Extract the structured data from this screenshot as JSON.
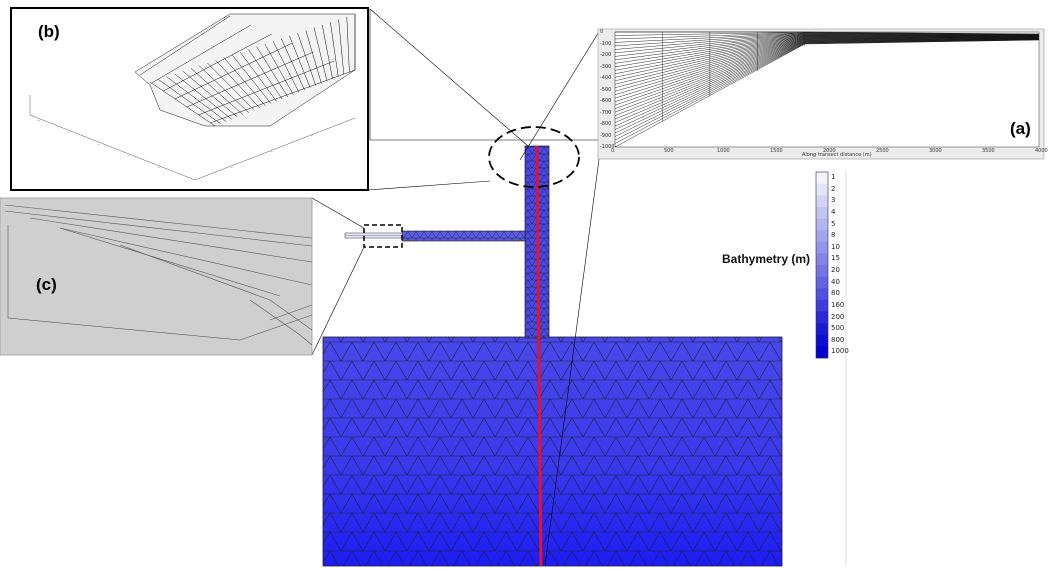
{
  "panels": {
    "a": {
      "label": "(a)"
    },
    "b": {
      "label": "(b)"
    },
    "c": {
      "label": "(c)"
    }
  },
  "profile_chart": {
    "xlabel": "Along transect distance (m)",
    "x_ticks": [
      "0",
      "500",
      "1000",
      "1500",
      "2000",
      "2500",
      "3000",
      "3500",
      "4000"
    ],
    "y_ticks": [
      "0",
      "-100",
      "-200",
      "-300",
      "-400",
      "-500",
      "-600",
      "-700",
      "-800",
      "-900",
      "-1000"
    ]
  },
  "colorbar": {
    "title": "Bathymetry  (m)",
    "levels": [
      "1",
      "2",
      "3",
      "4",
      "5",
      "8",
      "10",
      "15",
      "20",
      "40",
      "80",
      "160",
      "200",
      "500",
      "800",
      "1000"
    ],
    "colors": [
      "#f4f4fd",
      "#e4e4fa",
      "#d4d4f7",
      "#c4c4f4",
      "#b4b4f1",
      "#a4a4ee",
      "#9494eb",
      "#8484e8",
      "#7474e5",
      "#6464e2",
      "#5050df",
      "#3c3cdc",
      "#2a2ad9",
      "#1a1ad6",
      "#0c0cd3",
      "#0000d0"
    ]
  },
  "colors": {
    "mesh_fill": "#3b3be8",
    "mesh_line": "#1a1a2e",
    "transect": "#e8102a",
    "highlight": "#000000"
  }
}
